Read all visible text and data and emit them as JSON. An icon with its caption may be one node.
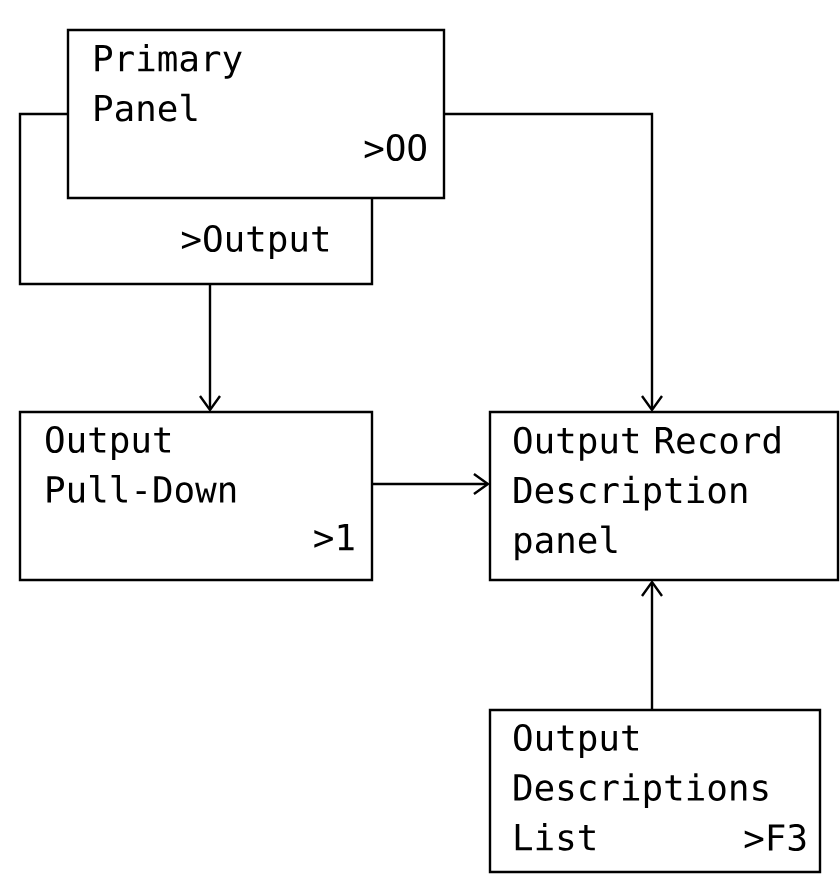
{
  "diagram": {
    "nodes": [
      {
        "text": [
          "Primary Panel",
          ">OO"
        ]
      },
      {
        "text": [
          ">Output"
        ]
      },
      {
        "text": [
          "Output Pull-Down",
          ">1"
        ]
      },
      {
        "text": [
          "Output Record Description panel"
        ]
      },
      {
        "text": [
          "Output Descriptions List",
          ">F3"
        ]
      }
    ],
    "edges": [
      {
        "from": 1,
        "to": 2,
        "arrow": "to"
      },
      {
        "from": 0,
        "to": 3,
        "arrow": "to"
      },
      {
        "from": 2,
        "to": 3,
        "arrow": "to"
      },
      {
        "from": 4,
        "to": 3,
        "arrow": "to"
      }
    ]
  }
}
